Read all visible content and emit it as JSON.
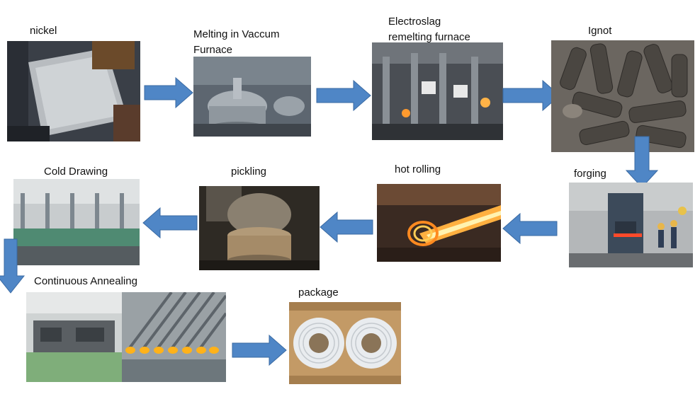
{
  "steps": {
    "nickel": "nickel",
    "melting_line1": "Melting in Vaccum",
    "melting_line2": "Furnace",
    "electroslag_line1": "Electroslag",
    "electroslag_line2": "remelting furnace",
    "ingot": "Ignot",
    "forging": "forging",
    "hot_rolling": "hot rolling",
    "pickling": "pickling",
    "cold_drawing": "Cold Drawing",
    "continuous_annealing": "Continuous Annealing",
    "package": "package"
  },
  "colors": {
    "arrow_fill": "#4f86c6",
    "arrow_stroke": "#3a6aa3"
  }
}
